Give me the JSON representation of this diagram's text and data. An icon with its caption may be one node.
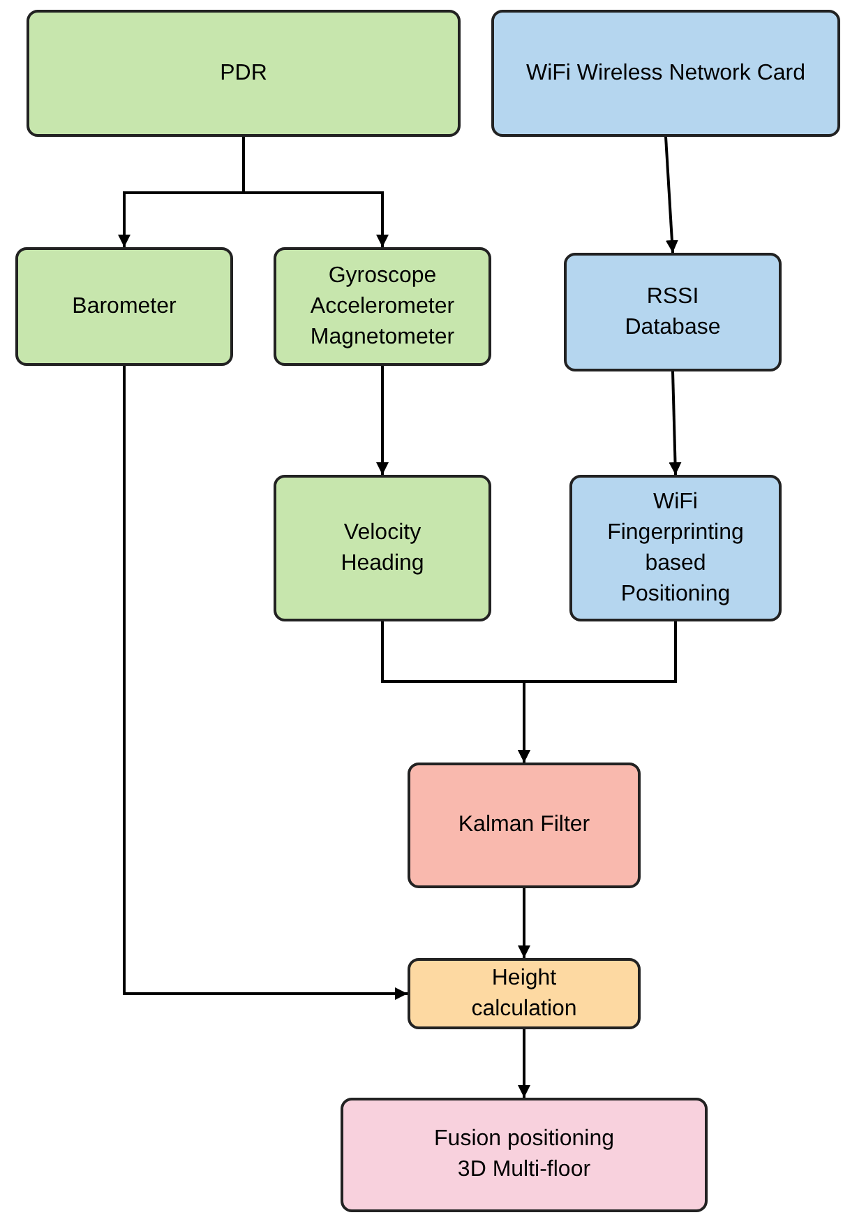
{
  "diagram": {
    "nodes": [
      {
        "text": [
          "PDR"
        ]
      },
      {
        "text": [
          "WiFi Wireless Network Card"
        ]
      },
      {
        "text": [
          "Barometer"
        ]
      },
      {
        "text": [
          "Gyroscope Accelerometer Magnetometer"
        ]
      },
      {
        "text": [
          "RSSI Database"
        ]
      },
      {
        "text": [
          "Velocity Heading"
        ]
      },
      {
        "text": [
          "WiFi Fingerprinting based Positioning"
        ]
      },
      {
        "text": [
          "Kalman Filter"
        ]
      },
      {
        "text": [
          "Height calculation"
        ]
      },
      {
        "text": [
          "Fusion positioning 3D Multi-floor"
        ]
      }
    ],
    "edges": [
      {
        "from": 0,
        "to": 2,
        "arrow": "to"
      },
      {
        "from": 0,
        "to": 3,
        "arrow": "to"
      },
      {
        "from": 1,
        "to": 4,
        "arrow": "to"
      },
      {
        "from": 3,
        "to": 5,
        "arrow": "to"
      },
      {
        "from": 4,
        "to": 6,
        "arrow": "to"
      },
      {
        "from": 5,
        "to": 7,
        "arrow": "to"
      },
      {
        "from": 6,
        "to": 7,
        "arrow": "to"
      },
      {
        "from": 7,
        "to": 8,
        "arrow": "to"
      },
      {
        "from": 2,
        "to": 8,
        "arrow": "to"
      },
      {
        "from": 8,
        "to": 9,
        "arrow": "to"
      }
    ]
  }
}
